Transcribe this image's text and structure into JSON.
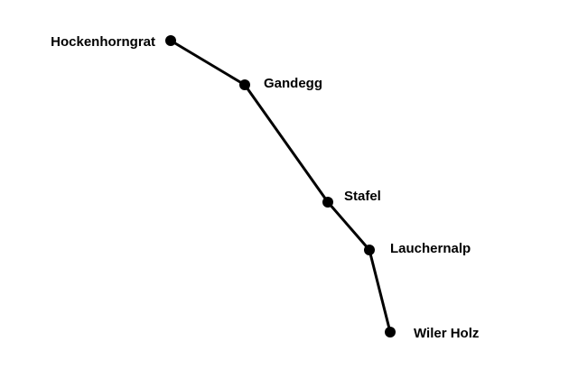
{
  "diagram": {
    "line_color": "#000000",
    "stations": [
      {
        "id": "hockenhorngrat",
        "label": "Hockenhorngrat"
      },
      {
        "id": "gandegg",
        "label": "Gandegg"
      },
      {
        "id": "stafel",
        "label": "Stafel"
      },
      {
        "id": "lauchernalp",
        "label": "Lauchernalp"
      },
      {
        "id": "wiler-holz",
        "label": "Wiler Holz"
      }
    ]
  }
}
